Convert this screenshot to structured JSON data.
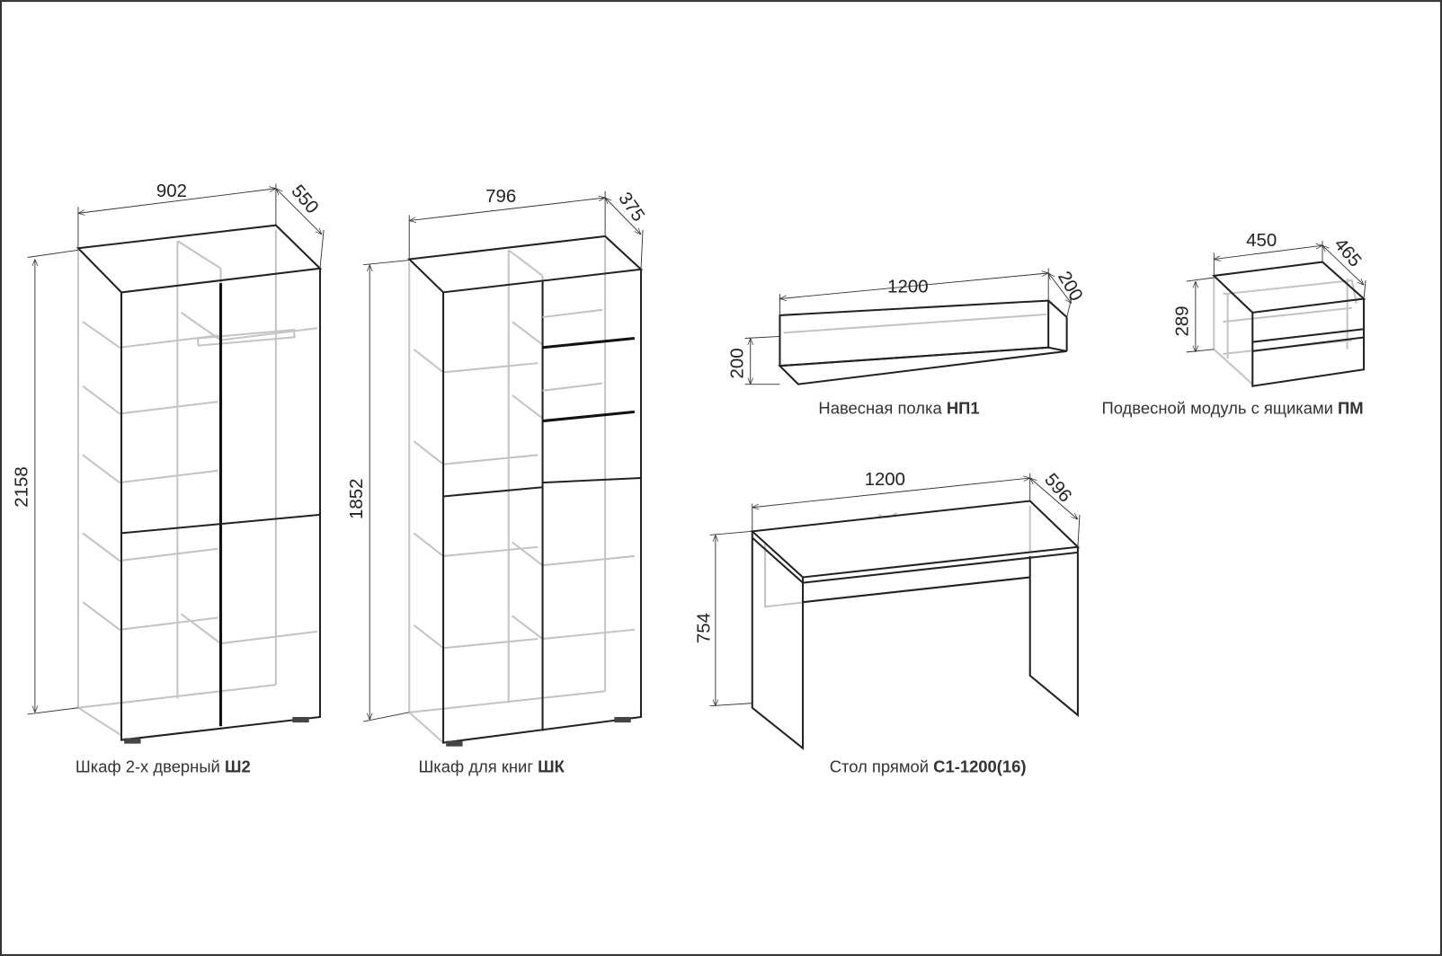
{
  "items": [
    {
      "name": "Шкаф 2-х дверный",
      "code": "Ш2",
      "dims": {
        "width": "902",
        "depth": "550",
        "height": "2158"
      }
    },
    {
      "name": "Шкаф для книг",
      "code": "ШК",
      "dims": {
        "width": "796",
        "depth": "375",
        "height": "1852"
      }
    },
    {
      "name": "Навесная полка",
      "code": "НП1",
      "dims": {
        "width": "1200",
        "depth": "200",
        "height": "200"
      }
    },
    {
      "name": "Подвесной модуль с ящиками",
      "code": "ПМ",
      "dims": {
        "width": "450",
        "depth": "465",
        "height": "289"
      }
    },
    {
      "name": "Стол прямой",
      "code": "С1-1200(16)",
      "dims": {
        "width": "1200",
        "depth": "596",
        "height": "754"
      }
    }
  ]
}
